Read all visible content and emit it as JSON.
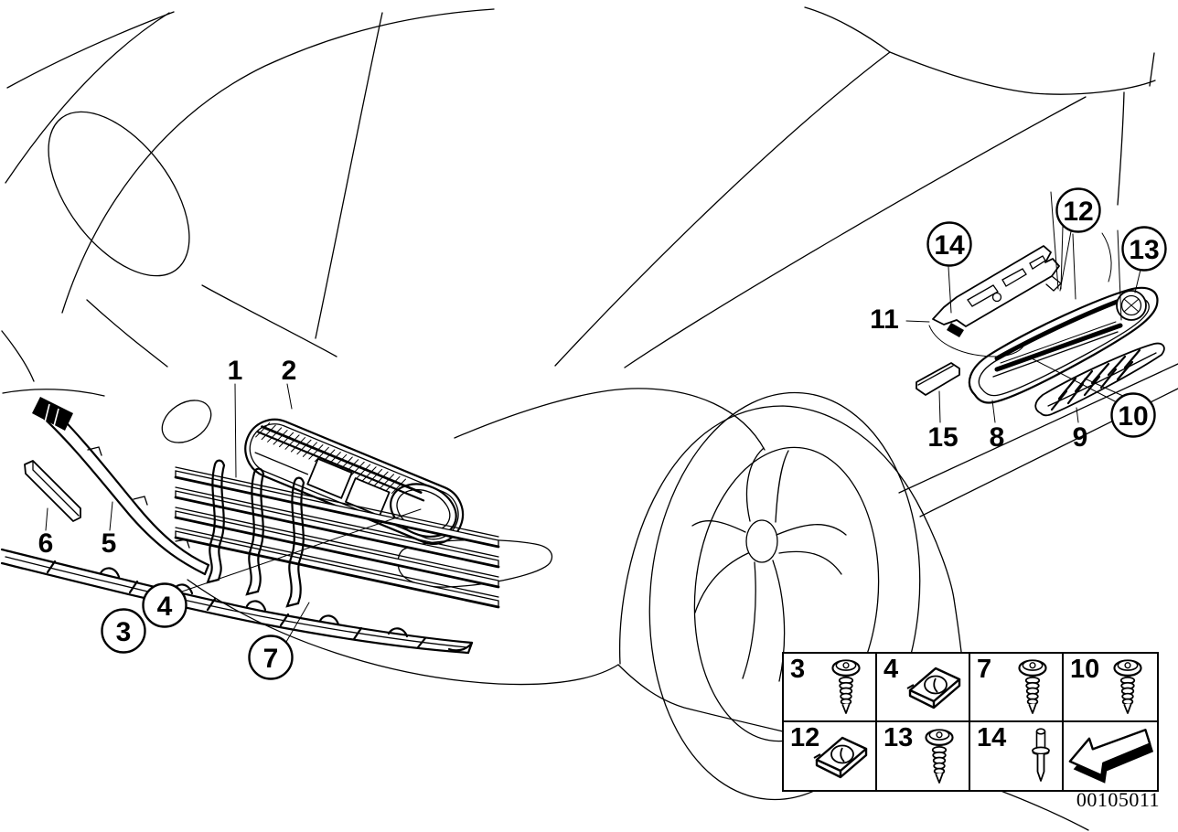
{
  "figure": {
    "number": "00105011"
  },
  "callouts": [
    {
      "label": "1",
      "circled": false
    },
    {
      "label": "2",
      "circled": false
    },
    {
      "label": "3",
      "circled": true
    },
    {
      "label": "4",
      "circled": true
    },
    {
      "label": "5",
      "circled": false
    },
    {
      "label": "6",
      "circled": false
    },
    {
      "label": "7",
      "circled": true
    },
    {
      "label": "8",
      "circled": false
    },
    {
      "label": "9",
      "circled": false
    },
    {
      "label": "10",
      "circled": true
    },
    {
      "label": "11",
      "circled": false
    },
    {
      "label": "12",
      "circled": true
    },
    {
      "label": "13",
      "circled": true
    },
    {
      "label": "14",
      "circled": true
    },
    {
      "label": "15",
      "circled": false
    }
  ],
  "legend": {
    "rows": [
      [
        {
          "label": "3",
          "icon": "torx-screw-icon"
        },
        {
          "label": "4",
          "icon": "speed-nut-clip-icon"
        },
        {
          "label": "7",
          "icon": "torx-screw-icon"
        },
        {
          "label": "10",
          "icon": "torx-screw-icon"
        }
      ],
      [
        {
          "label": "12",
          "icon": "speed-nut-clip-icon"
        },
        {
          "label": "13",
          "icon": "torx-screw-icon"
        },
        {
          "label": "14",
          "icon": "blind-rivet-icon"
        },
        {
          "label": "",
          "icon": "direction-arrow-icon"
        }
      ]
    ],
    "figure_number": "00105011"
  },
  "colors": {
    "line": "#000000",
    "background": "#ffffff"
  }
}
